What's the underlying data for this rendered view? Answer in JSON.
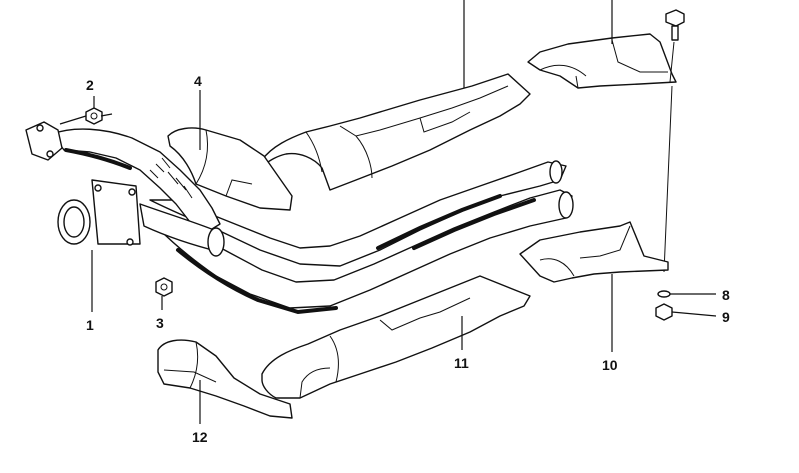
{
  "diagram": {
    "callouts": [
      {
        "id": "1",
        "label": "1"
      },
      {
        "id": "2",
        "label": "2"
      },
      {
        "id": "3",
        "label": "3"
      },
      {
        "id": "4",
        "label": "4"
      },
      {
        "id": "8",
        "label": "8"
      },
      {
        "id": "9",
        "label": "9"
      },
      {
        "id": "10",
        "label": "10"
      },
      {
        "id": "11",
        "label": "11"
      },
      {
        "id": "12",
        "label": "12"
      }
    ]
  }
}
